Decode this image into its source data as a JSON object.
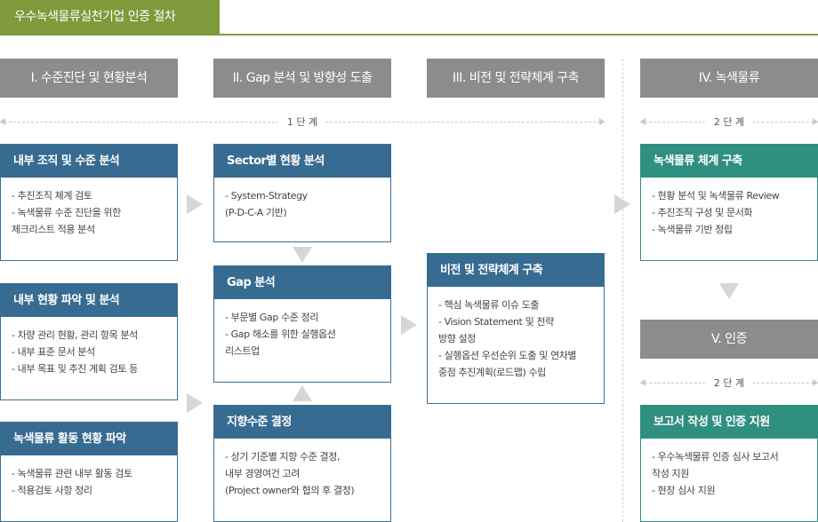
{
  "title": "우수녹색물류실천기업 인증  절차",
  "phases": {
    "p1": "I. 수준진단 및 현황분석",
    "p2": "II. Gap 분석 및 방향성 도출",
    "p3": "III. 비전 및 전략체계 구축",
    "p4": "IV. 녹색물류",
    "p5": "V. 인증"
  },
  "stages": {
    "s1": "1 단 계",
    "s2a": "2 단 계",
    "s2b": "2 단 계"
  },
  "boxes": {
    "b1": {
      "title": "내부 조직 및 수준 분석",
      "items": [
        "- 추진조직 체계 검토",
        "- 녹색물류 수준 진단을 위한",
        "  체크리스트 적용 분석"
      ]
    },
    "b2": {
      "title": "내부 현황 파악 및 분석",
      "items": [
        "- 차량 관리 현황, 관리 항목 분석",
        "- 내부 표준 문서 분석",
        "- 내부 목표 및 추진 계획 검토 등"
      ]
    },
    "b3": {
      "title": "녹색물류 활동 현황 파악",
      "items": [
        "- 녹색물류 관련 내부 활동 검토",
        "- 적용검토 사항 정리"
      ]
    },
    "b4": {
      "title": "Sector별 현황 분석",
      "items": [
        "- System-Strategy",
        "  (P-D-C-A 기반)"
      ]
    },
    "b5": {
      "title": "Gap 분석",
      "items": [
        "- 부문별 Gap 수준 정리",
        "- Gap 해소를 위한 실행옵션",
        "  리스트업"
      ]
    },
    "b6": {
      "title": "지향수준 결정",
      "items": [
        "- 상기 기준별 지향 수준 결정,",
        "  내부 경영여건 고려",
        "  (Project owner와 협의 후 결정)"
      ]
    },
    "b7": {
      "title": "비전 및 전략체계 구축",
      "items": [
        "- 핵심 녹색물류 이슈 도출",
        "- Vision Statement 및 전략",
        "  방향 설정",
        "- 실행옵션 우선순위 도출 및 연차별",
        "  중점 추진계획(로드맵) 수립"
      ]
    },
    "b8": {
      "title": "녹색물류 체계 구축",
      "items": [
        "- 현황 분석 및 녹색물류 Review",
        "- 추진조직 구성 및 문서화",
        "- 녹색물류 기반 정립"
      ]
    },
    "b9": {
      "title": "보고서 작성 및 인증 지원",
      "items": [
        "- 우수녹색물류 인증 심사 보고서",
        "  작성 지원",
        "- 현장 심사 지원"
      ]
    }
  },
  "colors": {
    "accent_green": "#7e9a3b",
    "box_blue": "#376b92",
    "box_teal": "#2f8f80",
    "phase_gray": "#8c8c8c"
  }
}
